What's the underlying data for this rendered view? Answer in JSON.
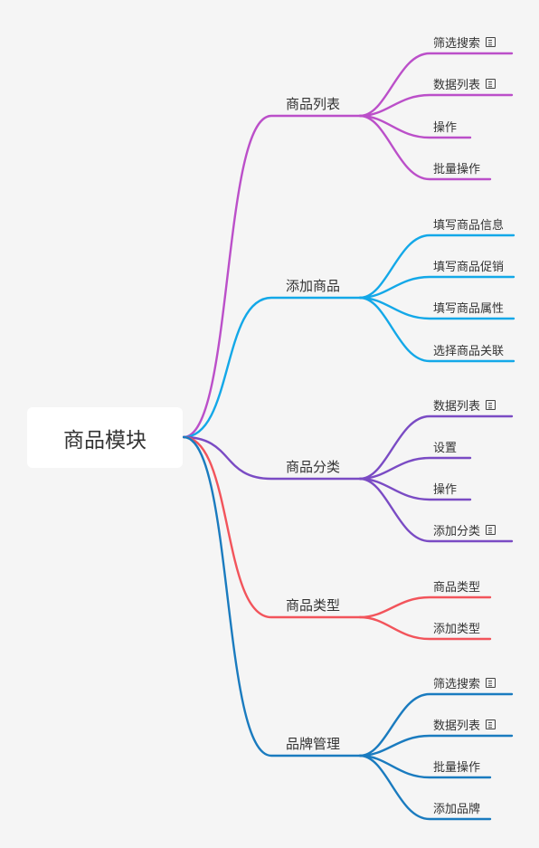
{
  "root": {
    "label": "商品模块"
  },
  "branches": [
    {
      "label": "商品列表",
      "color": "#bb4fc9",
      "leaves": [
        {
          "label": "筛选搜索",
          "icon": "note-icon"
        },
        {
          "label": "数据列表",
          "icon": "note-icon"
        },
        {
          "label": "操作"
        },
        {
          "label": "批量操作"
        }
      ]
    },
    {
      "label": "添加商品",
      "color": "#13a8e8",
      "leaves": [
        {
          "label": "填写商品信息"
        },
        {
          "label": "填写商品促销"
        },
        {
          "label": "填写商品属性"
        },
        {
          "label": "选择商品关联"
        }
      ]
    },
    {
      "label": "商品分类",
      "color": "#7a4bc4",
      "leaves": [
        {
          "label": "数据列表",
          "icon": "note-icon"
        },
        {
          "label": "设置"
        },
        {
          "label": "操作"
        },
        {
          "label": "添加分类",
          "icon": "note-icon"
        }
      ]
    },
    {
      "label": "商品类型",
      "color": "#f2545b",
      "leaves": [
        {
          "label": "商品类型"
        },
        {
          "label": "添加类型"
        }
      ]
    },
    {
      "label": "品牌管理",
      "color": "#1a7bbf",
      "leaves": [
        {
          "label": "筛选搜索",
          "icon": "note-icon"
        },
        {
          "label": "数据列表",
          "icon": "note-icon"
        },
        {
          "label": "批量操作"
        },
        {
          "label": "添加品牌"
        }
      ]
    }
  ]
}
